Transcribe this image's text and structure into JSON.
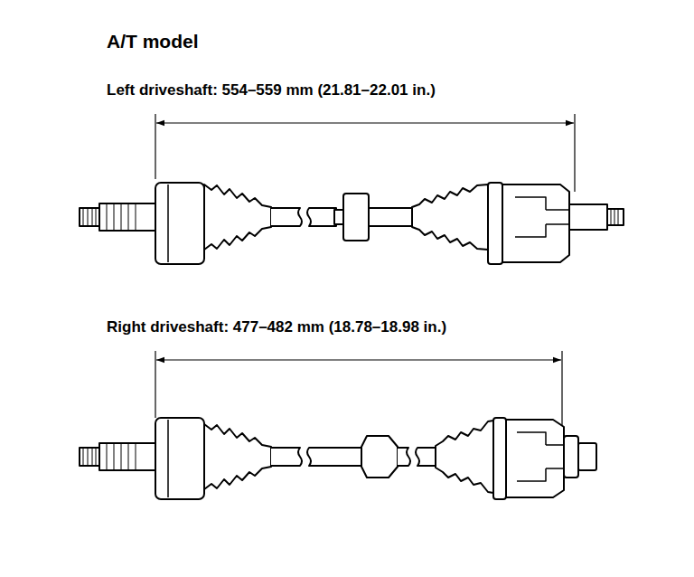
{
  "diagram": {
    "title": "A/T model",
    "labels": [
      "Left driveshaft: 554–559 mm (21.81–22.01 in.)",
      "Right driveshaft: 477–482 mm (18.78–18.98 in.)"
    ]
  }
}
